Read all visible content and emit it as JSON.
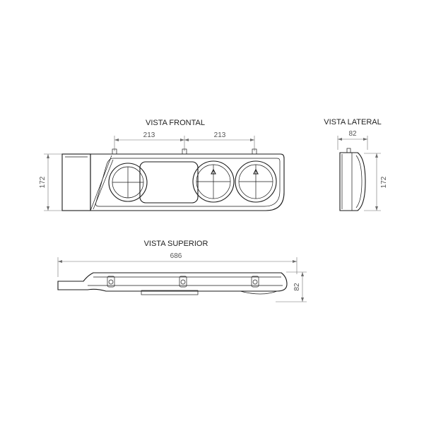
{
  "views": {
    "front": {
      "title": "VISTA FRONTAL",
      "dim_width_left": "213",
      "dim_width_right": "213",
      "dim_height": "172"
    },
    "side": {
      "title": "VISTA LATERAL",
      "dim_width": "82",
      "dim_height": "172"
    },
    "top": {
      "title": "VISTA SUPERIOR",
      "dim_width": "686",
      "dim_height": "82"
    }
  }
}
